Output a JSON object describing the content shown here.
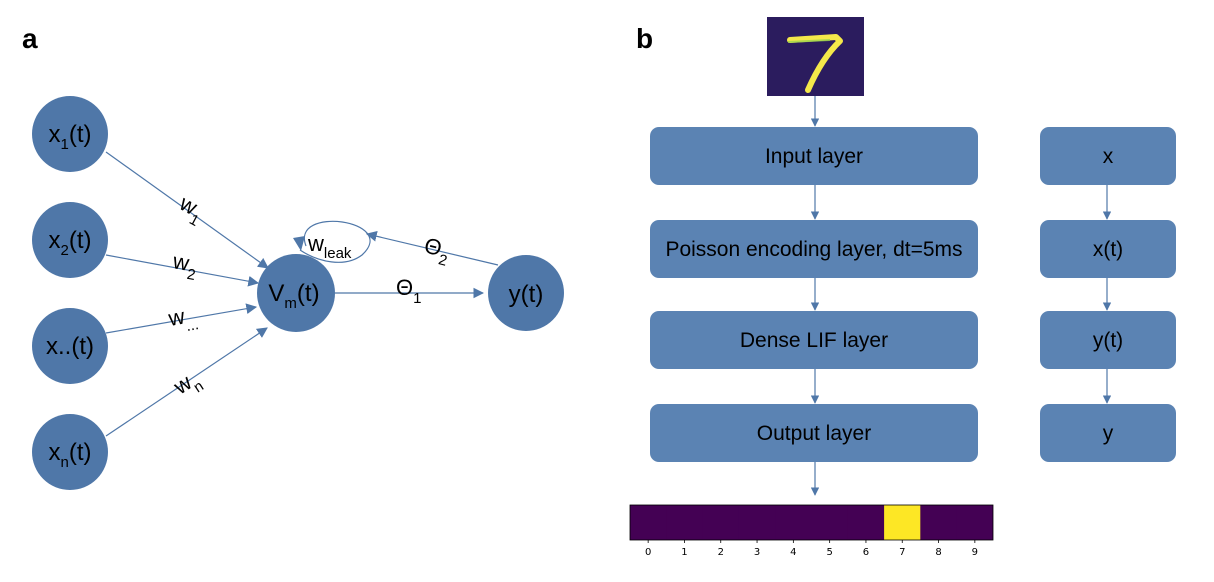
{
  "panel_a": {
    "letter": "a",
    "inputs": [
      {
        "main": "x",
        "sub": "1",
        "tail": "(t)"
      },
      {
        "main": "x",
        "sub": "2",
        "tail": "(t)"
      },
      {
        "main": "x..(t)",
        "sub": "",
        "tail": ""
      },
      {
        "main": "x",
        "sub": "n",
        "tail": "(t)"
      }
    ],
    "neuron": {
      "main": "V",
      "sub": "m",
      "tail": "(t)"
    },
    "output": {
      "main": "y(t)"
    },
    "weights": [
      {
        "main": "w",
        "sub": "1"
      },
      {
        "main": "w",
        "sub": "2"
      },
      {
        "main": "w",
        "sub": "..."
      },
      {
        "main": "w",
        "sub": "n"
      }
    ],
    "leak": {
      "main": "w",
      "sub": "leak"
    },
    "theta1": {
      "main": "Θ",
      "sub": "1"
    },
    "theta2": {
      "main": "Θ",
      "sub": "2"
    }
  },
  "panel_b": {
    "letter": "b",
    "layers": [
      "Input layer",
      "Poisson encoding layer, dt=5ms",
      "Dense LIF layer",
      "Output layer"
    ],
    "signals": [
      "x",
      "x(t)",
      "y(t)",
      "y"
    ],
    "output_ticks": [
      "0",
      "1",
      "2",
      "3",
      "4",
      "5",
      "6",
      "7",
      "8",
      "9"
    ],
    "output_active_index": 7,
    "colors": {
      "node_fill": "#4f77a8",
      "box_fill": "#5b83b3",
      "arrow": "#4f77a8",
      "heat_low": "#440154",
      "heat_high": "#fde725",
      "digit_bg": "#2b1c5e",
      "digit_fg": "#f4e84a"
    }
  }
}
